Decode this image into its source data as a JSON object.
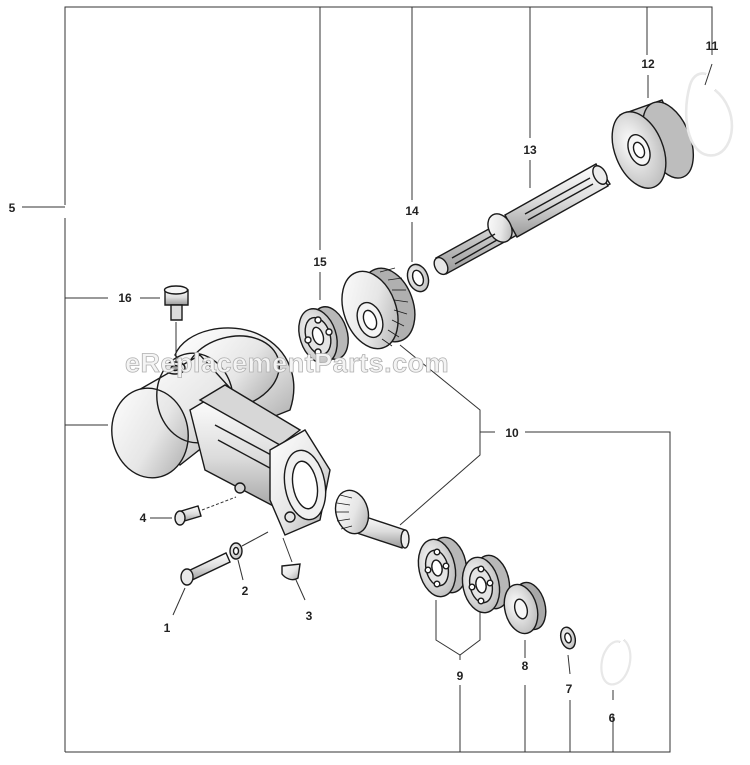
{
  "watermark": "eReplacementParts.com",
  "callouts": {
    "p1": "1",
    "p2": "2",
    "p3": "3",
    "p4": "4",
    "p5": "5",
    "p6": "6",
    "p7": "7",
    "p8": "8",
    "p9": "9",
    "p10": "10",
    "p11": "11",
    "p12": "12",
    "p13": "13",
    "p14": "14",
    "p15": "15",
    "p16": "16"
  },
  "colors": {
    "line": "#333333",
    "metal_light": "#f2f2f2",
    "metal_mid": "#cfcfcf",
    "metal_dark": "#8a8a8a",
    "background": "#ffffff"
  }
}
